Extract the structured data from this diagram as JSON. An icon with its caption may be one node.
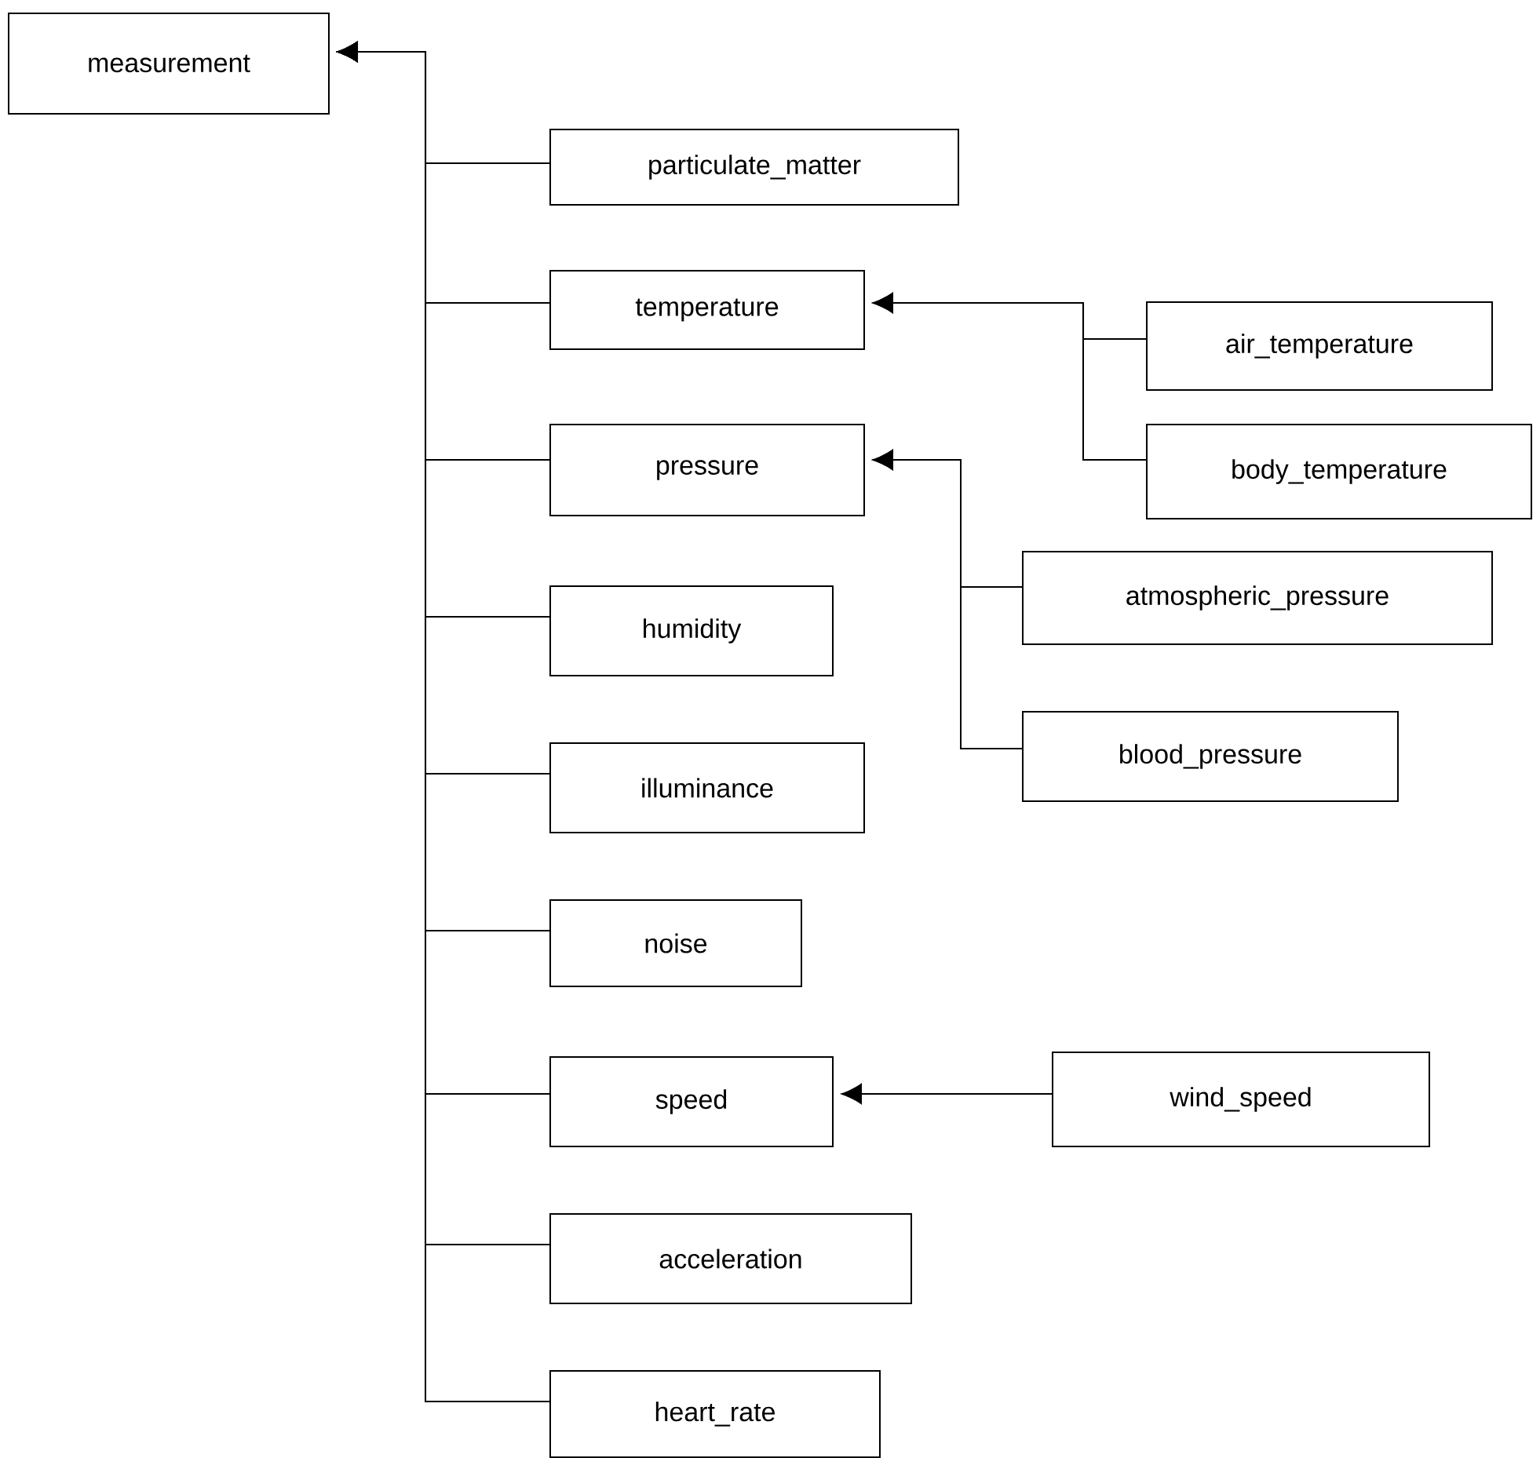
{
  "diagram": {
    "nodes": [
      {
        "text": [
          "measurement"
        ]
      },
      {
        "text": [
          "particulate_matter"
        ]
      },
      {
        "text": [
          "temperature"
        ]
      },
      {
        "text": [
          "air_temperature"
        ]
      },
      {
        "text": [
          "body_temperature"
        ]
      },
      {
        "text": [
          "pressure"
        ]
      },
      {
        "text": [
          "atmospheric_pressure"
        ]
      },
      {
        "text": [
          "blood_pressure"
        ]
      },
      {
        "text": [
          "humidity"
        ]
      },
      {
        "text": [
          "illuminance"
        ]
      },
      {
        "text": [
          "noise"
        ]
      },
      {
        "text": [
          "speed"
        ]
      },
      {
        "text": [
          "wind_speed"
        ]
      },
      {
        "text": [
          "acceleration"
        ]
      },
      {
        "text": [
          "heart_rate"
        ]
      }
    ],
    "edges": [
      {
        "from": 1,
        "to": 0,
        "arrow": "to"
      },
      {
        "from": 2,
        "to": 0,
        "arrow": "to"
      },
      {
        "from": 3,
        "to": 2,
        "arrow": "to"
      },
      {
        "from": 4,
        "to": 2,
        "arrow": "to"
      },
      {
        "from": 5,
        "to": 0,
        "arrow": "to"
      },
      {
        "from": 6,
        "to": 5,
        "arrow": "to"
      },
      {
        "from": 7,
        "to": 5,
        "arrow": "to"
      },
      {
        "from": 8,
        "to": 0,
        "arrow": "to"
      },
      {
        "from": 9,
        "to": 0,
        "arrow": "to"
      },
      {
        "from": 10,
        "to": 0,
        "arrow": "to"
      },
      {
        "from": 11,
        "to": 0,
        "arrow": "to"
      },
      {
        "from": 12,
        "to": 11,
        "arrow": "to"
      },
      {
        "from": 13,
        "to": 0,
        "arrow": "to"
      },
      {
        "from": 14,
        "to": 0,
        "arrow": "to"
      }
    ]
  }
}
